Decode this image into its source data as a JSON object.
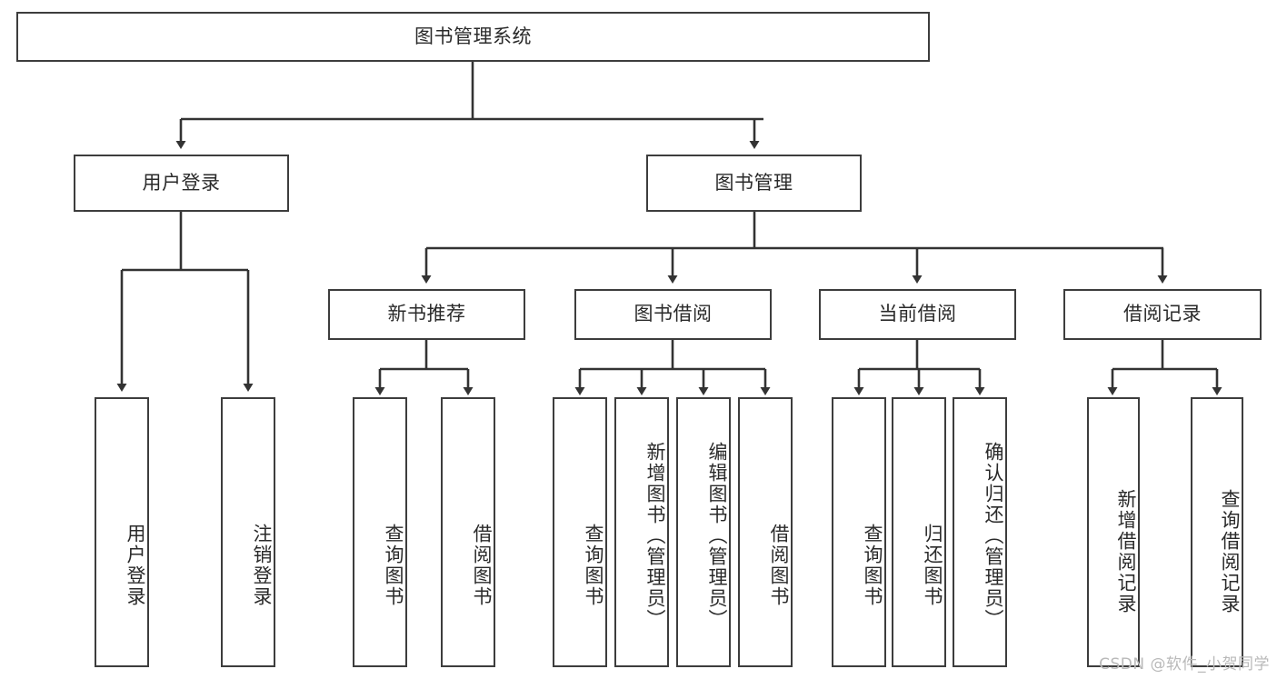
{
  "diagram": {
    "title": "图书管理系统",
    "type": "hierarchy-tree",
    "watermark": "CSDN @软件_小贺同学",
    "colors": {
      "background": "#ffffff",
      "box_border": "#3d3d3d",
      "box_fill": "#ffffff",
      "connector": "#333333",
      "text": "#2a2a2a",
      "watermark": "#b9b9b9"
    },
    "nodes": {
      "root": {
        "label": "图书管理系统",
        "orientation": "horizontal"
      },
      "level1": [
        {
          "id": "user-login",
          "label": "用户登录",
          "orientation": "horizontal"
        },
        {
          "id": "book-manage",
          "label": "图书管理",
          "orientation": "horizontal"
        }
      ],
      "level2": [
        {
          "id": "new-book-rec",
          "label": "新书推荐",
          "orientation": "horizontal"
        },
        {
          "id": "book-borrow",
          "label": "图书借阅",
          "orientation": "horizontal"
        },
        {
          "id": "current-borrow",
          "label": "当前借阅",
          "orientation": "horizontal"
        },
        {
          "id": "borrow-record",
          "label": "借阅记录",
          "orientation": "horizontal"
        }
      ],
      "leaves": [
        {
          "id": "leaf-user-login",
          "label": "用户登录",
          "parent": "user-login",
          "orientation": "vertical"
        },
        {
          "id": "leaf-user-logout",
          "label": "注销登录",
          "parent": "user-login",
          "orientation": "vertical"
        },
        {
          "id": "leaf-query-book-1",
          "label": "查询图书",
          "parent": "new-book-rec",
          "orientation": "vertical"
        },
        {
          "id": "leaf-borrow-book-1",
          "label": "借阅图书",
          "parent": "new-book-rec",
          "orientation": "vertical"
        },
        {
          "id": "leaf-query-book-2",
          "label": "查询图书",
          "parent": "book-borrow",
          "orientation": "vertical"
        },
        {
          "id": "leaf-add-book",
          "label": "新增图书（管理员）",
          "parent": "book-borrow",
          "orientation": "vertical"
        },
        {
          "id": "leaf-edit-book",
          "label": "编辑图书（管理员）",
          "parent": "book-borrow",
          "orientation": "vertical"
        },
        {
          "id": "leaf-borrow-book-2",
          "label": "借阅图书",
          "parent": "book-borrow",
          "orientation": "vertical"
        },
        {
          "id": "leaf-query-book-3",
          "label": "查询图书",
          "parent": "current-borrow",
          "orientation": "vertical"
        },
        {
          "id": "leaf-return-book",
          "label": "归还图书",
          "parent": "current-borrow",
          "orientation": "vertical"
        },
        {
          "id": "leaf-confirm-return",
          "label": "确认归还（管理员）",
          "parent": "current-borrow",
          "orientation": "vertical"
        },
        {
          "id": "leaf-add-record",
          "label": "新增借阅记录",
          "parent": "borrow-record",
          "orientation": "vertical"
        },
        {
          "id": "leaf-query-record",
          "label": "查询借阅记录",
          "parent": "borrow-record",
          "orientation": "vertical"
        }
      ]
    }
  }
}
